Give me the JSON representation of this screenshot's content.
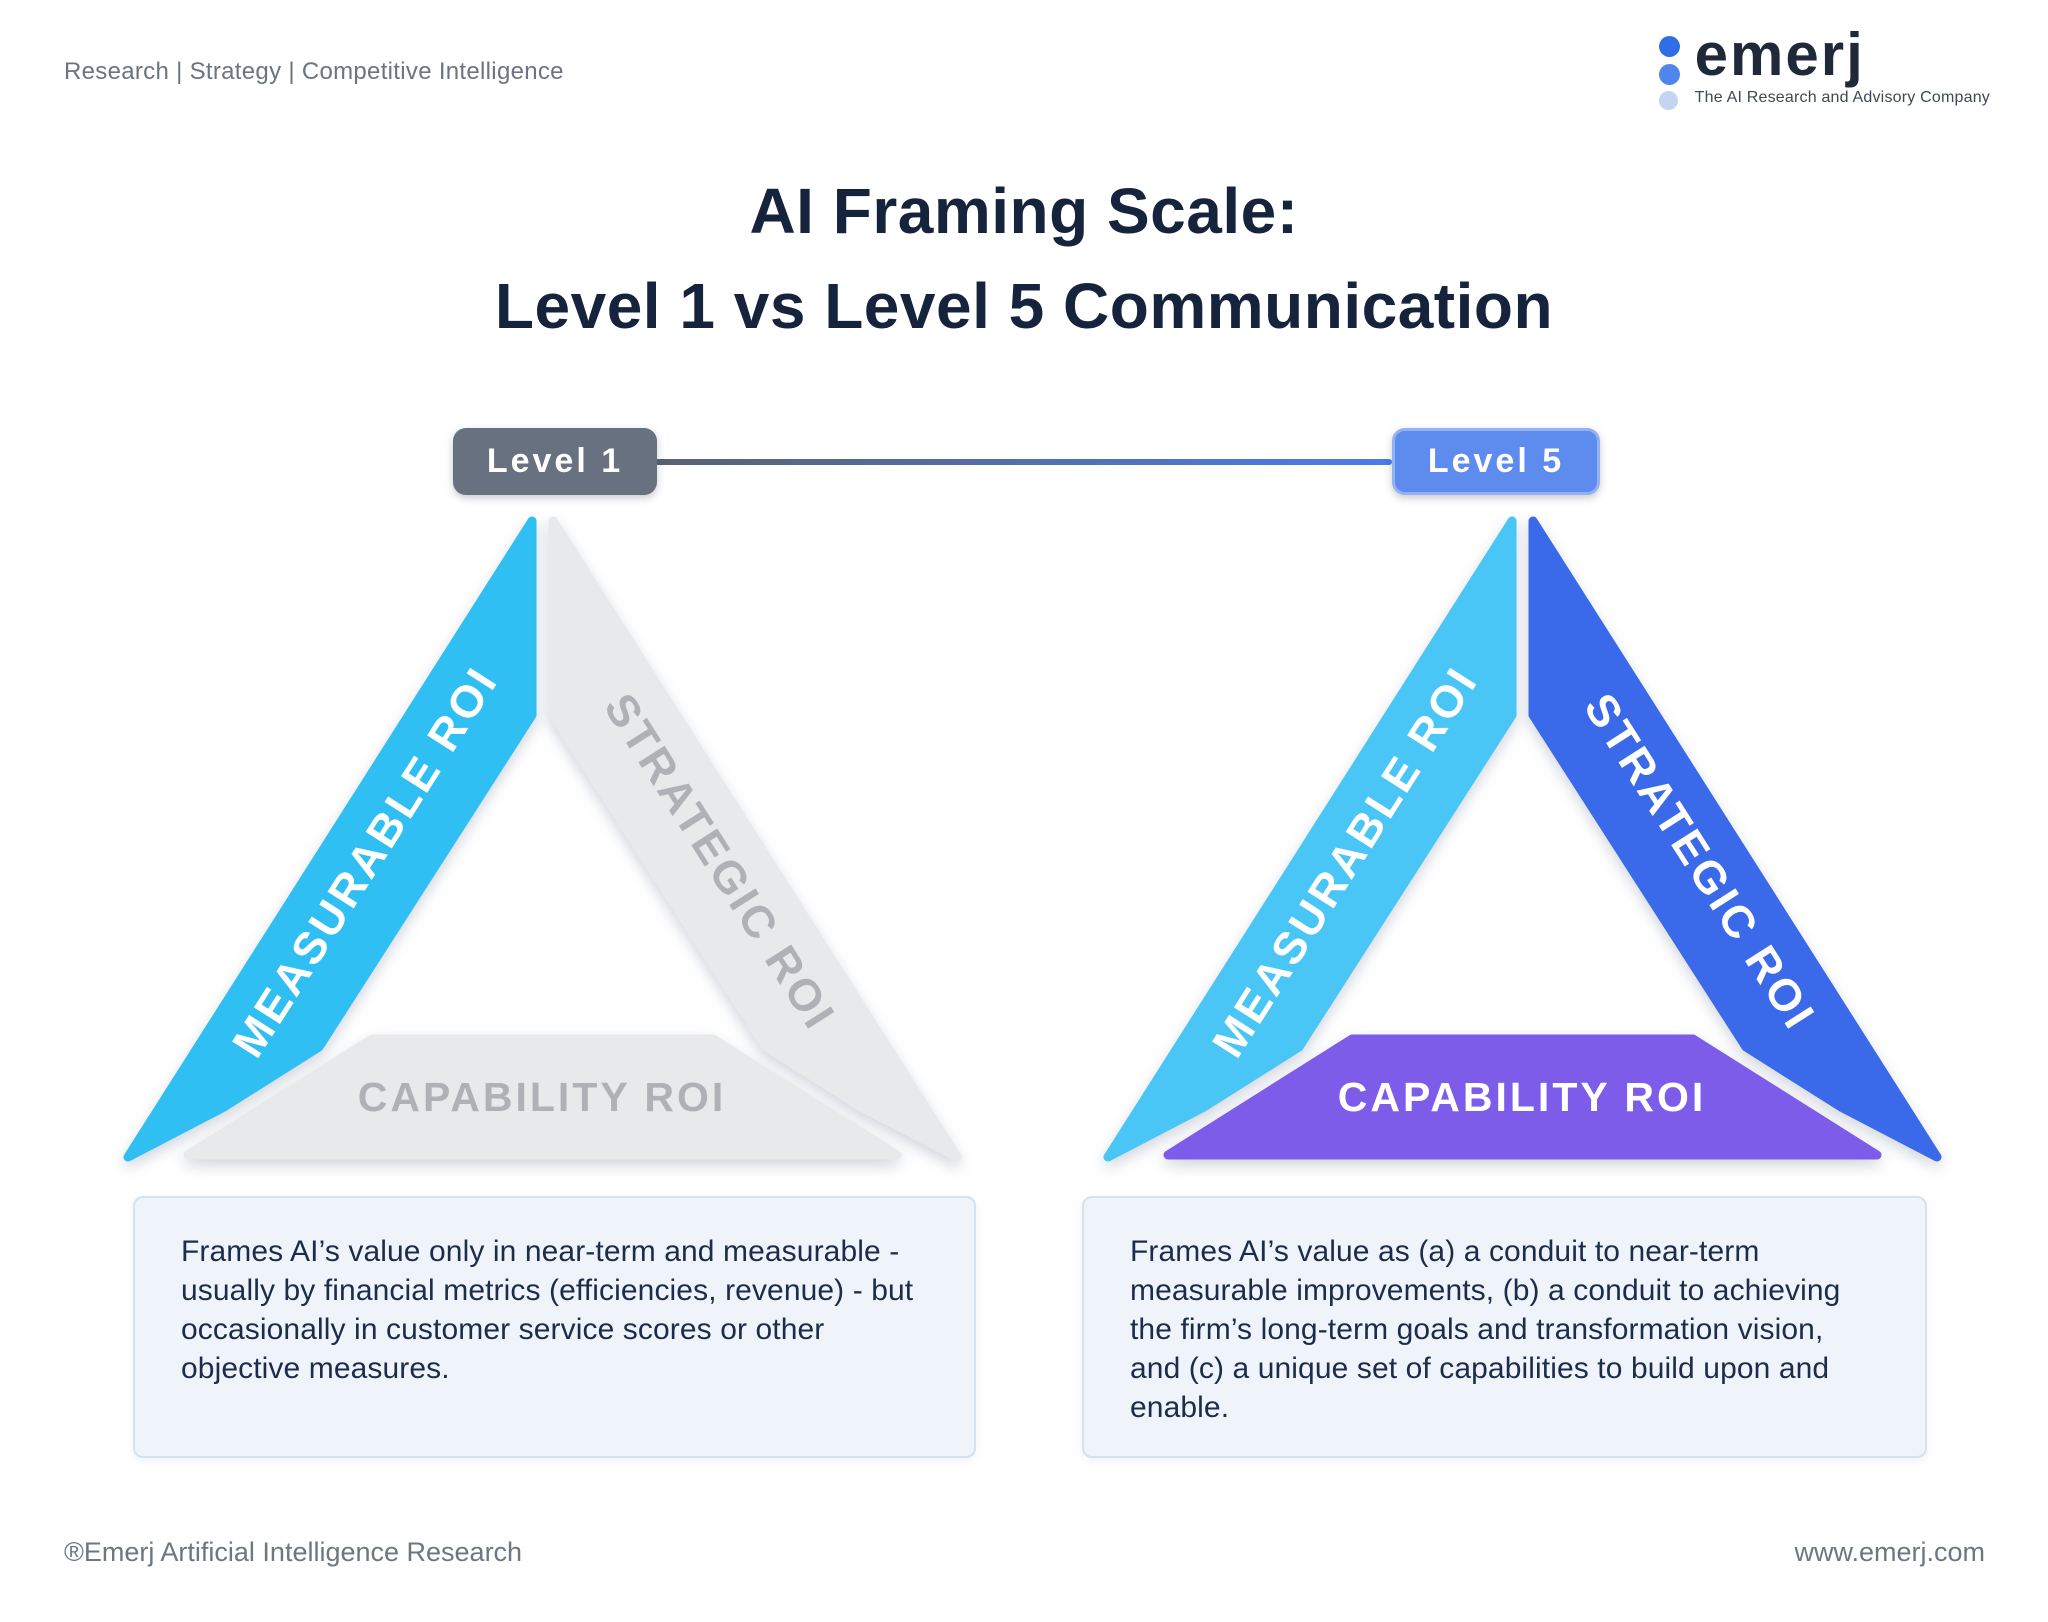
{
  "header": {
    "tagline": "Research | Strategy | Competitive Intelligence",
    "logo": {
      "wordmark": "emerj",
      "subtitle": "The AI Research and Advisory Company",
      "dot_colors": [
        "#2E6FE6",
        "#4F86EA",
        "#C3D5F2"
      ],
      "wordmark_color": "#20293A"
    }
  },
  "title": {
    "line1": "AI Framing Scale:",
    "line2": "Level 1 vs Level 5 Communication",
    "color": "#15233D"
  },
  "scale": {
    "level1": {
      "label": "Level 1",
      "bg": "#68717F",
      "text_color": "#FFFFFF"
    },
    "level5": {
      "label": "Level 5",
      "bg": "#5E8BEE",
      "border": "#93B2F3",
      "text_color": "#FFFFFF"
    },
    "connector": {
      "gradient": "linear-gradient(90deg,#5A6270,#4C7CEA)"
    }
  },
  "triangles": {
    "left": {
      "level": "Level 1",
      "measurable": {
        "label": "MEASURABLE ROI",
        "fill": "#2FBFF2",
        "text": "#FFFFFF"
      },
      "strategic": {
        "label": "STRATEGIC ROI",
        "fill": "#E8E9EB",
        "text": "#AEB2B7"
      },
      "capability": {
        "label": "CAPABILITY ROI",
        "fill": "#E8E9EB",
        "text": "#AEB2B7"
      },
      "description": "Frames AI’s value only in near-term and measurable - usually by financial metrics (efficiencies, revenue) - but occasionally in customer service scores or other objective measures."
    },
    "right": {
      "level": "Level 5",
      "measurable": {
        "label": "MEASURABLE ROI",
        "fill": "#49C6F6",
        "text": "#FFFFFF"
      },
      "strategic": {
        "label": "STRATEGIC ROI",
        "fill": "#3A69EA",
        "text": "#FFFFFF"
      },
      "capability": {
        "label": "CAPABILITY ROI",
        "fill": "#7C5CE9",
        "text": "#FFFFFF"
      },
      "description": "Frames AI’s value as (a) a conduit to near-term measurable improvements, (b) a conduit to achieving the firm’s long-term goals and transformation vision, and (c) a unique set of capabilities to build upon and enable."
    }
  },
  "boxes": {
    "bg": "#EFF4FB",
    "border": "#D3E1F1",
    "text_color": "#1C2C4A"
  },
  "footer": {
    "left": "®Emerj Artificial Intelligence Research",
    "right": "www.emerj.com"
  }
}
